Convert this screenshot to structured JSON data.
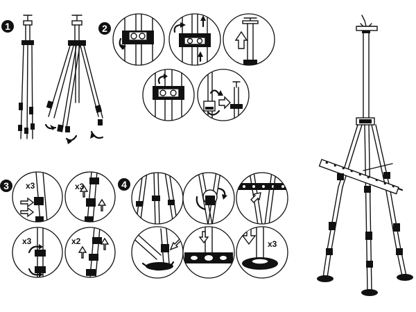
{
  "steps": [
    {
      "number": "1"
    },
    {
      "number": "2"
    },
    {
      "number": "3",
      "multipliers": [
        "x3",
        "x3",
        "x3",
        "x2"
      ]
    },
    {
      "number": "4",
      "multipliers": [
        "x3"
      ]
    }
  ],
  "colors": {
    "ink": "#111111",
    "paper": "#ffffff"
  }
}
